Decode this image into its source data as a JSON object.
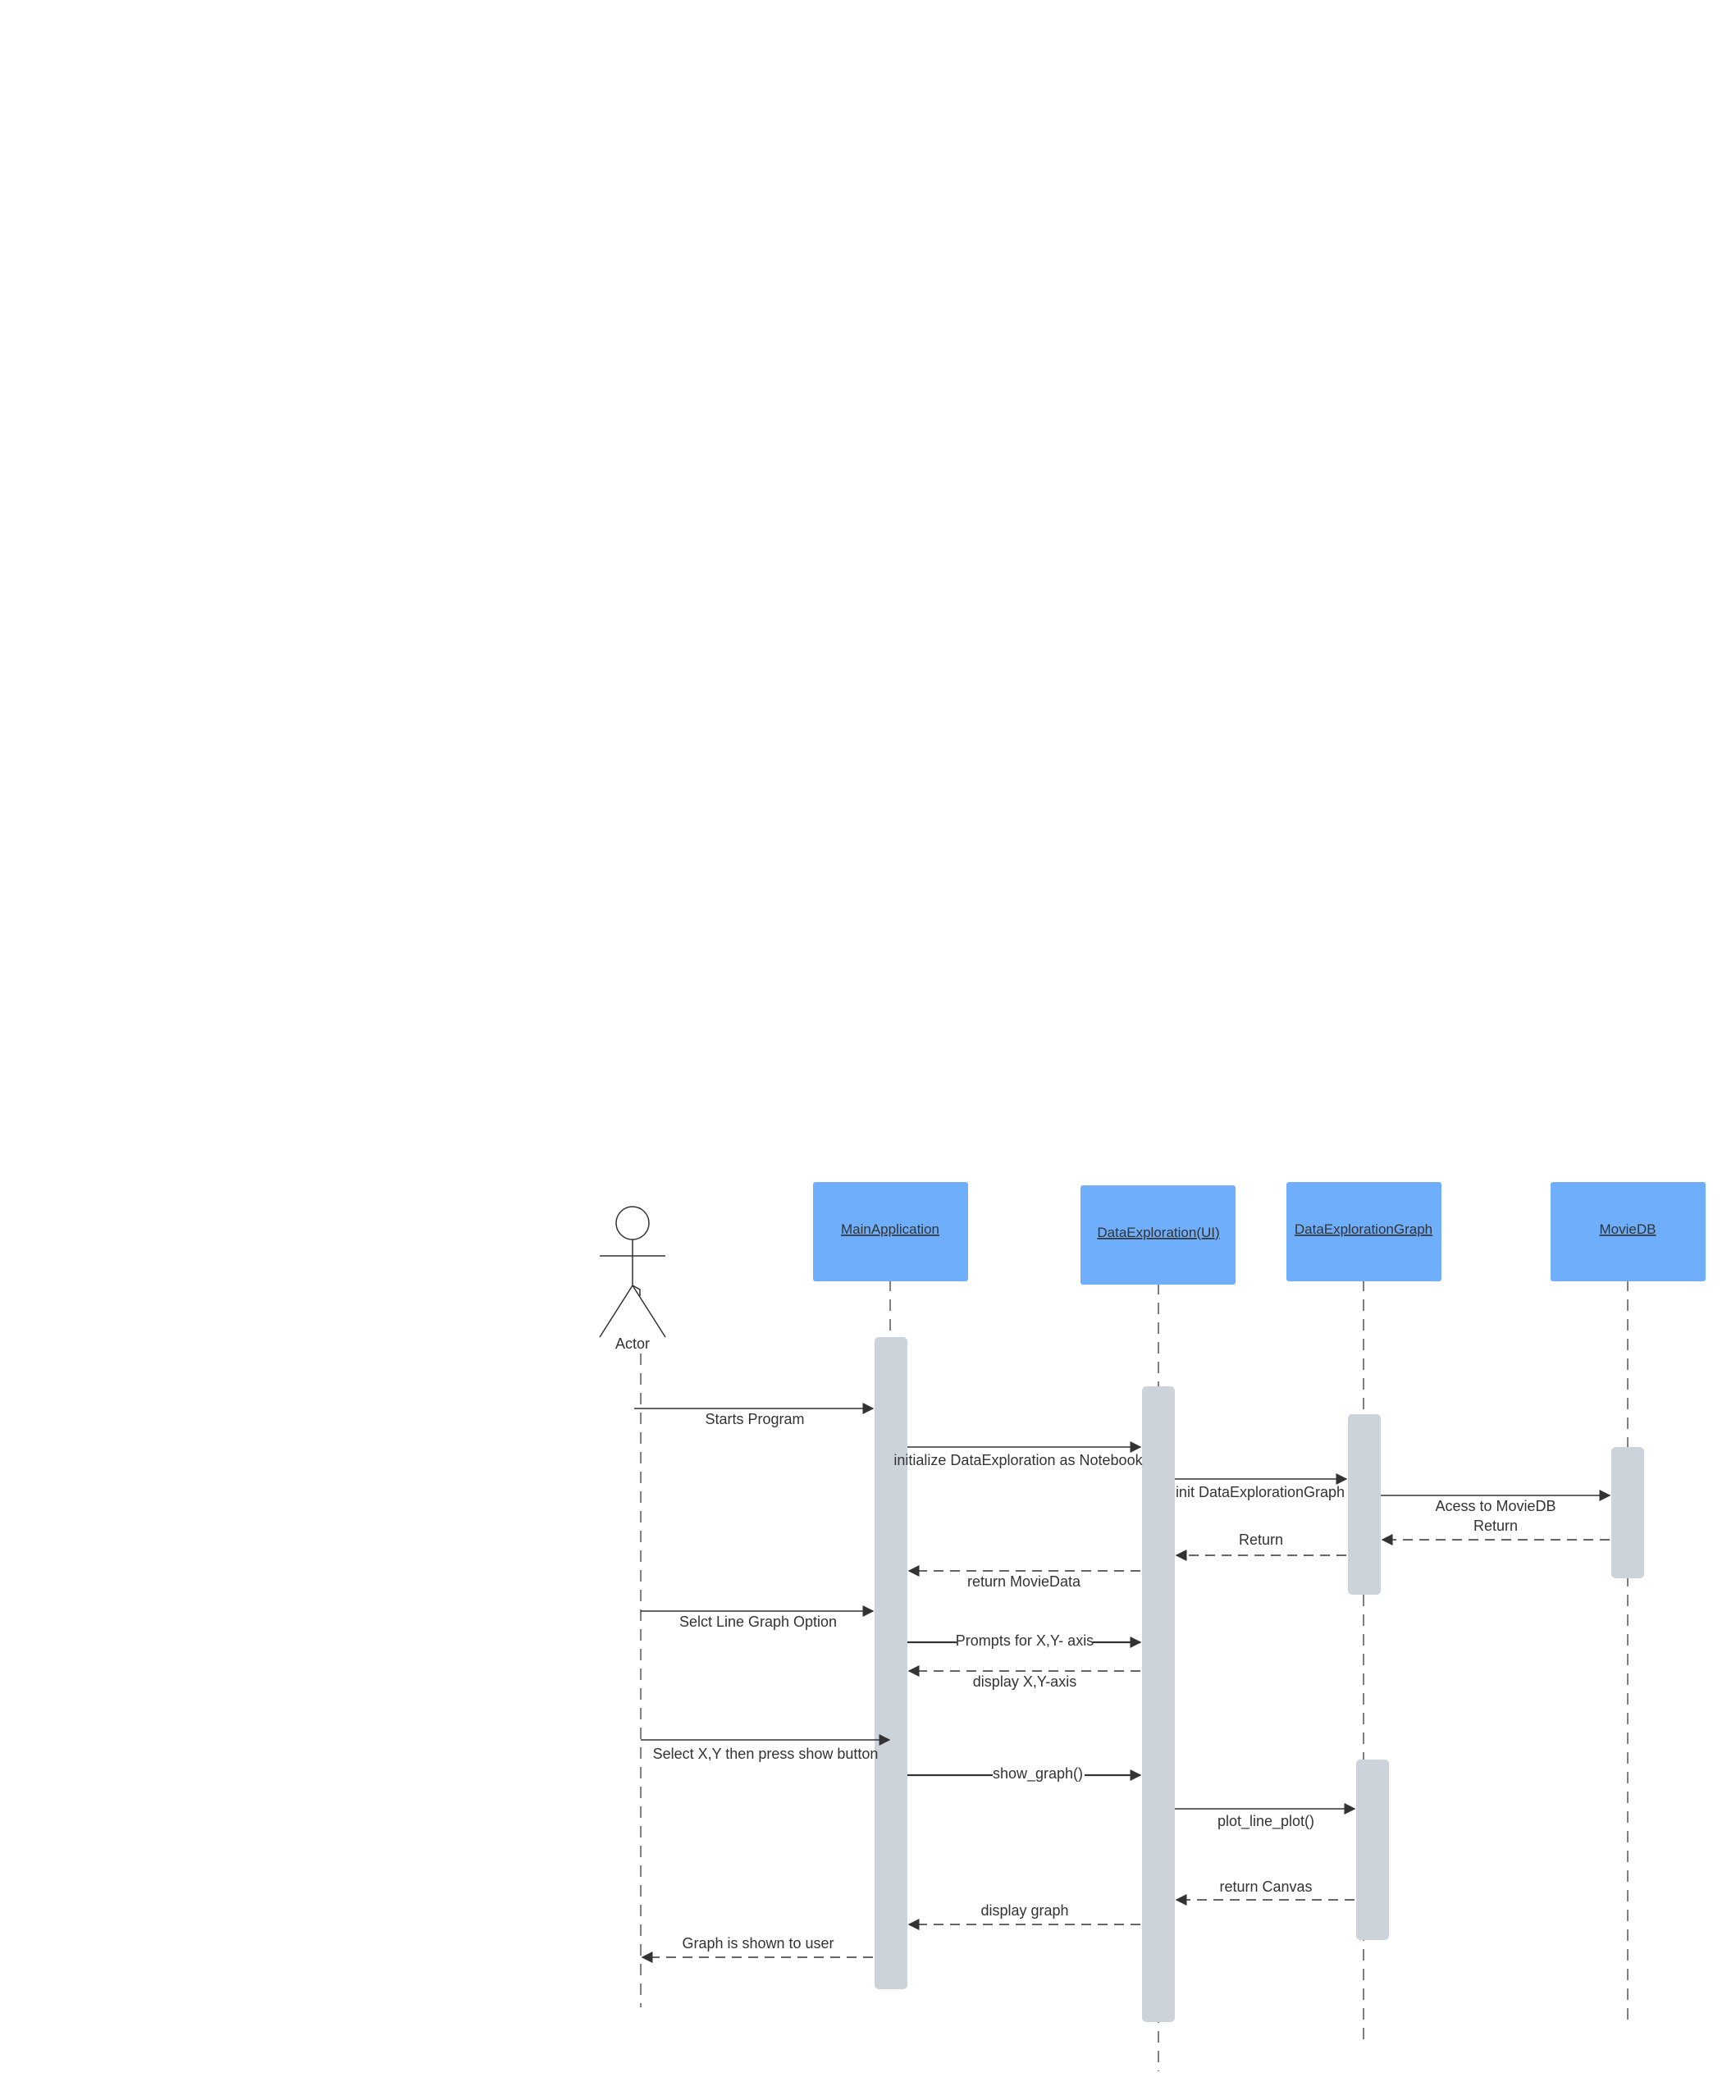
{
  "actor": {
    "label": "Actor"
  },
  "participants": [
    {
      "id": "main",
      "label": "MainApplication"
    },
    {
      "id": "ui",
      "label": "DataExploration(UI)"
    },
    {
      "id": "graph",
      "label": "DataExplorationGraph"
    },
    {
      "id": "db",
      "label": "MovieDB"
    }
  ],
  "messages": [
    {
      "id": "m1",
      "label": "Starts Program",
      "from": "actor",
      "to": "main",
      "kind": "sync"
    },
    {
      "id": "m2",
      "label": "initialize DataExploration as Notebook",
      "from": "main",
      "to": "ui",
      "kind": "sync"
    },
    {
      "id": "m3",
      "label": "init DataExplorationGraph",
      "from": "ui",
      "to": "graph",
      "kind": "sync"
    },
    {
      "id": "m4",
      "label": "Acess to MovieDB",
      "from": "graph",
      "to": "db",
      "kind": "sync"
    },
    {
      "id": "m5",
      "label": "Return",
      "from": "db",
      "to": "graph",
      "kind": "return"
    },
    {
      "id": "m6",
      "label": "Return",
      "from": "graph",
      "to": "ui",
      "kind": "return"
    },
    {
      "id": "m7",
      "label": "return MovieData",
      "from": "ui",
      "to": "main",
      "kind": "return"
    },
    {
      "id": "m8",
      "label": "Selct Line Graph Option",
      "from": "actor",
      "to": "main",
      "kind": "sync"
    },
    {
      "id": "m9",
      "label": "Prompts for X,Y- axis",
      "from": "main",
      "to": "ui",
      "kind": "sync"
    },
    {
      "id": "m10",
      "label": "display X,Y-axis",
      "from": "ui",
      "to": "main",
      "kind": "return"
    },
    {
      "id": "m11",
      "label": "Select X,Y then press show button",
      "from": "actor",
      "to": "main",
      "kind": "sync"
    },
    {
      "id": "m12",
      "label": "show_graph()",
      "from": "main",
      "to": "ui",
      "kind": "sync"
    },
    {
      "id": "m13",
      "label": "plot_line_plot()",
      "from": "ui",
      "to": "graph",
      "kind": "sync"
    },
    {
      "id": "m14",
      "label": "return Canvas",
      "from": "graph",
      "to": "ui",
      "kind": "return"
    },
    {
      "id": "m15",
      "label": "display graph",
      "from": "ui",
      "to": "main",
      "kind": "return"
    },
    {
      "id": "m16",
      "label": "Graph is shown to user",
      "from": "main",
      "to": "actor",
      "kind": "return"
    }
  ],
  "colors": {
    "participant_fill": "#6eaefa",
    "activation_fill": "#cdd3db",
    "line": "#333333"
  }
}
